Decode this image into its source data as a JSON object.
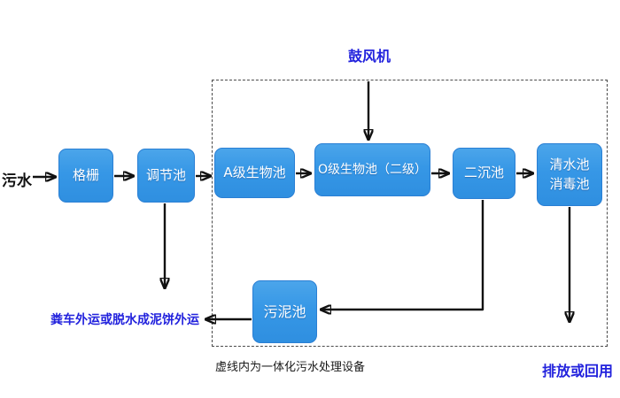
{
  "diagram": {
    "source_label": "污水",
    "blower_label": "鼓风机",
    "nodes": {
      "grating": "格栅",
      "regulating": "调节池",
      "a_bio": "A级生物池",
      "o_bio": "O级生物池（二级）",
      "secondary_sed": "二沉池",
      "clear_water_line1": "清水池",
      "clear_water_line2": "消毒池",
      "sludge": "污泥池"
    },
    "labels": {
      "sludge_out": "粪车外运或脱水成泥饼外运",
      "boundary_note": "虚线内为一体化污水处理设备",
      "discharge": "排放或回用"
    },
    "colors": {
      "node_fill_top": "#4ba5ea",
      "node_fill_bottom": "#2f8fe0",
      "node_border": "#2a7fd4",
      "node_text": "#ffffff",
      "blue_text": "#2222dd",
      "black_text": "#111111",
      "arrow": "#111111",
      "boundary_dash": "#4a4a4a",
      "background": "#ffffff"
    }
  }
}
